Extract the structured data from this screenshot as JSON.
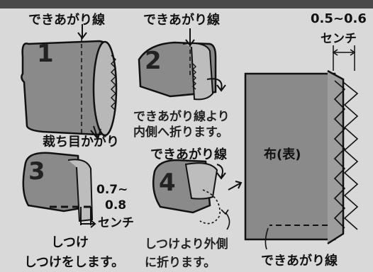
{
  "top_caption": "",
  "steps": [
    "1",
    "2",
    "3",
    "4"
  ],
  "labels": {
    "step1_top": "できあがり線",
    "step1_bottom": "裁ち目かがり",
    "step2_top": "できあがり線",
    "step2_note_line1": "できあがり線より",
    "step2_note_line2": "内側へ折ります。",
    "step3_measure_1": "0.7~",
    "step3_measure_2": "0.8",
    "step3_measure_3": "センチ",
    "step3_tack": "しつけ",
    "step3_note": "しつけをします。",
    "step4_top": "できあがり線",
    "step4_note_line1": "しつけより外側",
    "step4_note_line2": "に折ります。",
    "panel_measure_1": "0.5~0.6",
    "panel_measure_2": "センチ",
    "panel_fabric": "布(表)",
    "panel_bottom": "できあがり線"
  },
  "colors": {
    "background": "#d9d9d9",
    "fabric": "#8a8a8a",
    "fabric_light": "#b0b0b0",
    "line": "#111111"
  }
}
